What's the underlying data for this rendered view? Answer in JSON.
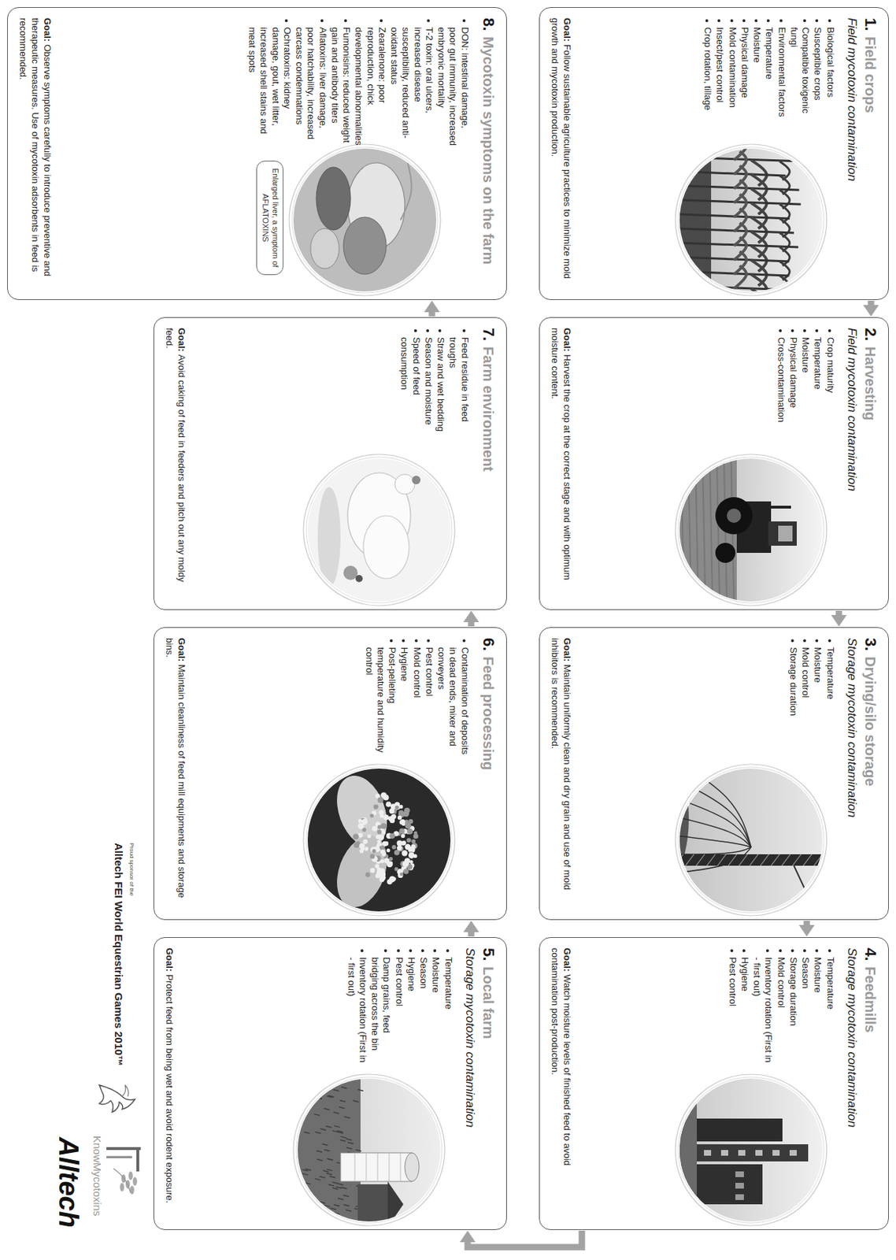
{
  "diagram": {
    "nodes": [
      {
        "text": [
          "1.",
          "Field crops",
          "Field mycotoxin contamination",
          "Biological factors",
          "Susceptible crops",
          "Compatible toxigenic fungi",
          "Environmental factors",
          "Temperature",
          "Moisture",
          "Physical damage",
          "Mold contamination",
          "Insect/pest control",
          "Crop rotation, tillage",
          "Goal:",
          "Follow sustainable agriculture practices to minimize mold growth and mycotoxin production."
        ]
      },
      {
        "text": [
          "2.",
          "Harvesting",
          "Field mycotoxin contamination",
          "Crop maturity",
          "Temperature",
          "Moisture",
          "Physical damage",
          "Cross-contamination",
          "Goal:",
          "Harvest the crop at the correct stage and with optimum moisture content."
        ]
      },
      {
        "text": [
          "3.",
          "Drying/silo storage",
          "Storage mycotoxin contamination",
          "Temperature",
          "Moisture",
          "Mold control",
          "Storage duration",
          "Goal:",
          "Maintain uniformly clean and dry grain and use of mold inhibitors is recommended."
        ]
      },
      {
        "text": [
          "4.",
          "Feedmills",
          "Storage mycotoxin contamination",
          "Temperature",
          "Moisture",
          "Season",
          "Storage duration",
          "Mold control",
          "Inventory rotation (First in - first out)",
          "Hygiene",
          "Pest control",
          "Goal:",
          "Watch moisture levels of finished feed to avoid contamination post-production."
        ]
      },
      {
        "text": [
          "5.",
          "Local farm",
          "Storage mycotoxin contamination",
          "Temperature",
          "Moisture",
          "Season",
          "Hygiene",
          "Pest control",
          "Damp grains, feed bridging across the bin",
          "Inventory rotation (First in - first out)",
          "Goal:",
          "Protect feed from being wet and avoid rodent exposure."
        ]
      },
      {
        "text": [
          "6.",
          "Feed processing",
          "Contamination of deposits in dead ends, mixer and conveyers",
          "Pest control",
          "Mold control",
          "Hygiene",
          "Post-pelleting temperature and humidity control",
          "Goal:",
          "Maintain cleanliness of feed mill equipments and storage bins."
        ]
      },
      {
        "text": [
          "7.",
          "Farm environment",
          "Feed residue in feed troughs",
          "Straw and wet bedding",
          "Season and moisture",
          "Speed of feed consumption",
          "Goal:",
          "Avoid caking of feed in feeders and pitch out any moldy feed."
        ]
      },
      {
        "text": [
          "8.",
          "Mycotoxin symptoms on the farm",
          "DON: intestinal damage, poor gut immunity, increased embryonic mortality",
          "T-2 toxin: oral ulcers, increased disease susceptibility, reduced anti-oxidant status",
          "Zearalenone: poor reproduction, chick developmental abnormalities",
          "Fumonisins: reduced weight gain and antibody titers",
          "Aflatoxins: liver damage, poor hatchability, increased carcass condemnations",
          "Ochratoxins: kidney damage, gout, wet litter, increased shell stains and meat spots",
          "Goal:",
          "Observe symptoms carefully to introduce preventive and therapeutic measures. Use of mycotoxin adsorbents in feed is recommended."
        ]
      },
      {
        "text": [
          "Enlarged liver, a symptom of AFLATOXINS"
        ],
        "in": 7
      }
    ],
    "edges": [
      {
        "from": 0,
        "to": 1,
        "arrow": "to"
      },
      {
        "from": 1,
        "to": 2,
        "arrow": "to"
      },
      {
        "from": 2,
        "to": 3,
        "arrow": "to"
      },
      {
        "from": 3,
        "to": 4,
        "arrow": "to"
      },
      {
        "from": 4,
        "to": 5,
        "arrow": "to"
      },
      {
        "from": 5,
        "to": 6,
        "arrow": "to"
      },
      {
        "from": 6,
        "to": 7,
        "arrow": "to"
      }
    ],
    "labels": [
      "Proud sponsor of the",
      "Alltech FEI World Equestrian Games 2010™",
      "KnowMycotoxins",
      "Alltech"
    ]
  }
}
